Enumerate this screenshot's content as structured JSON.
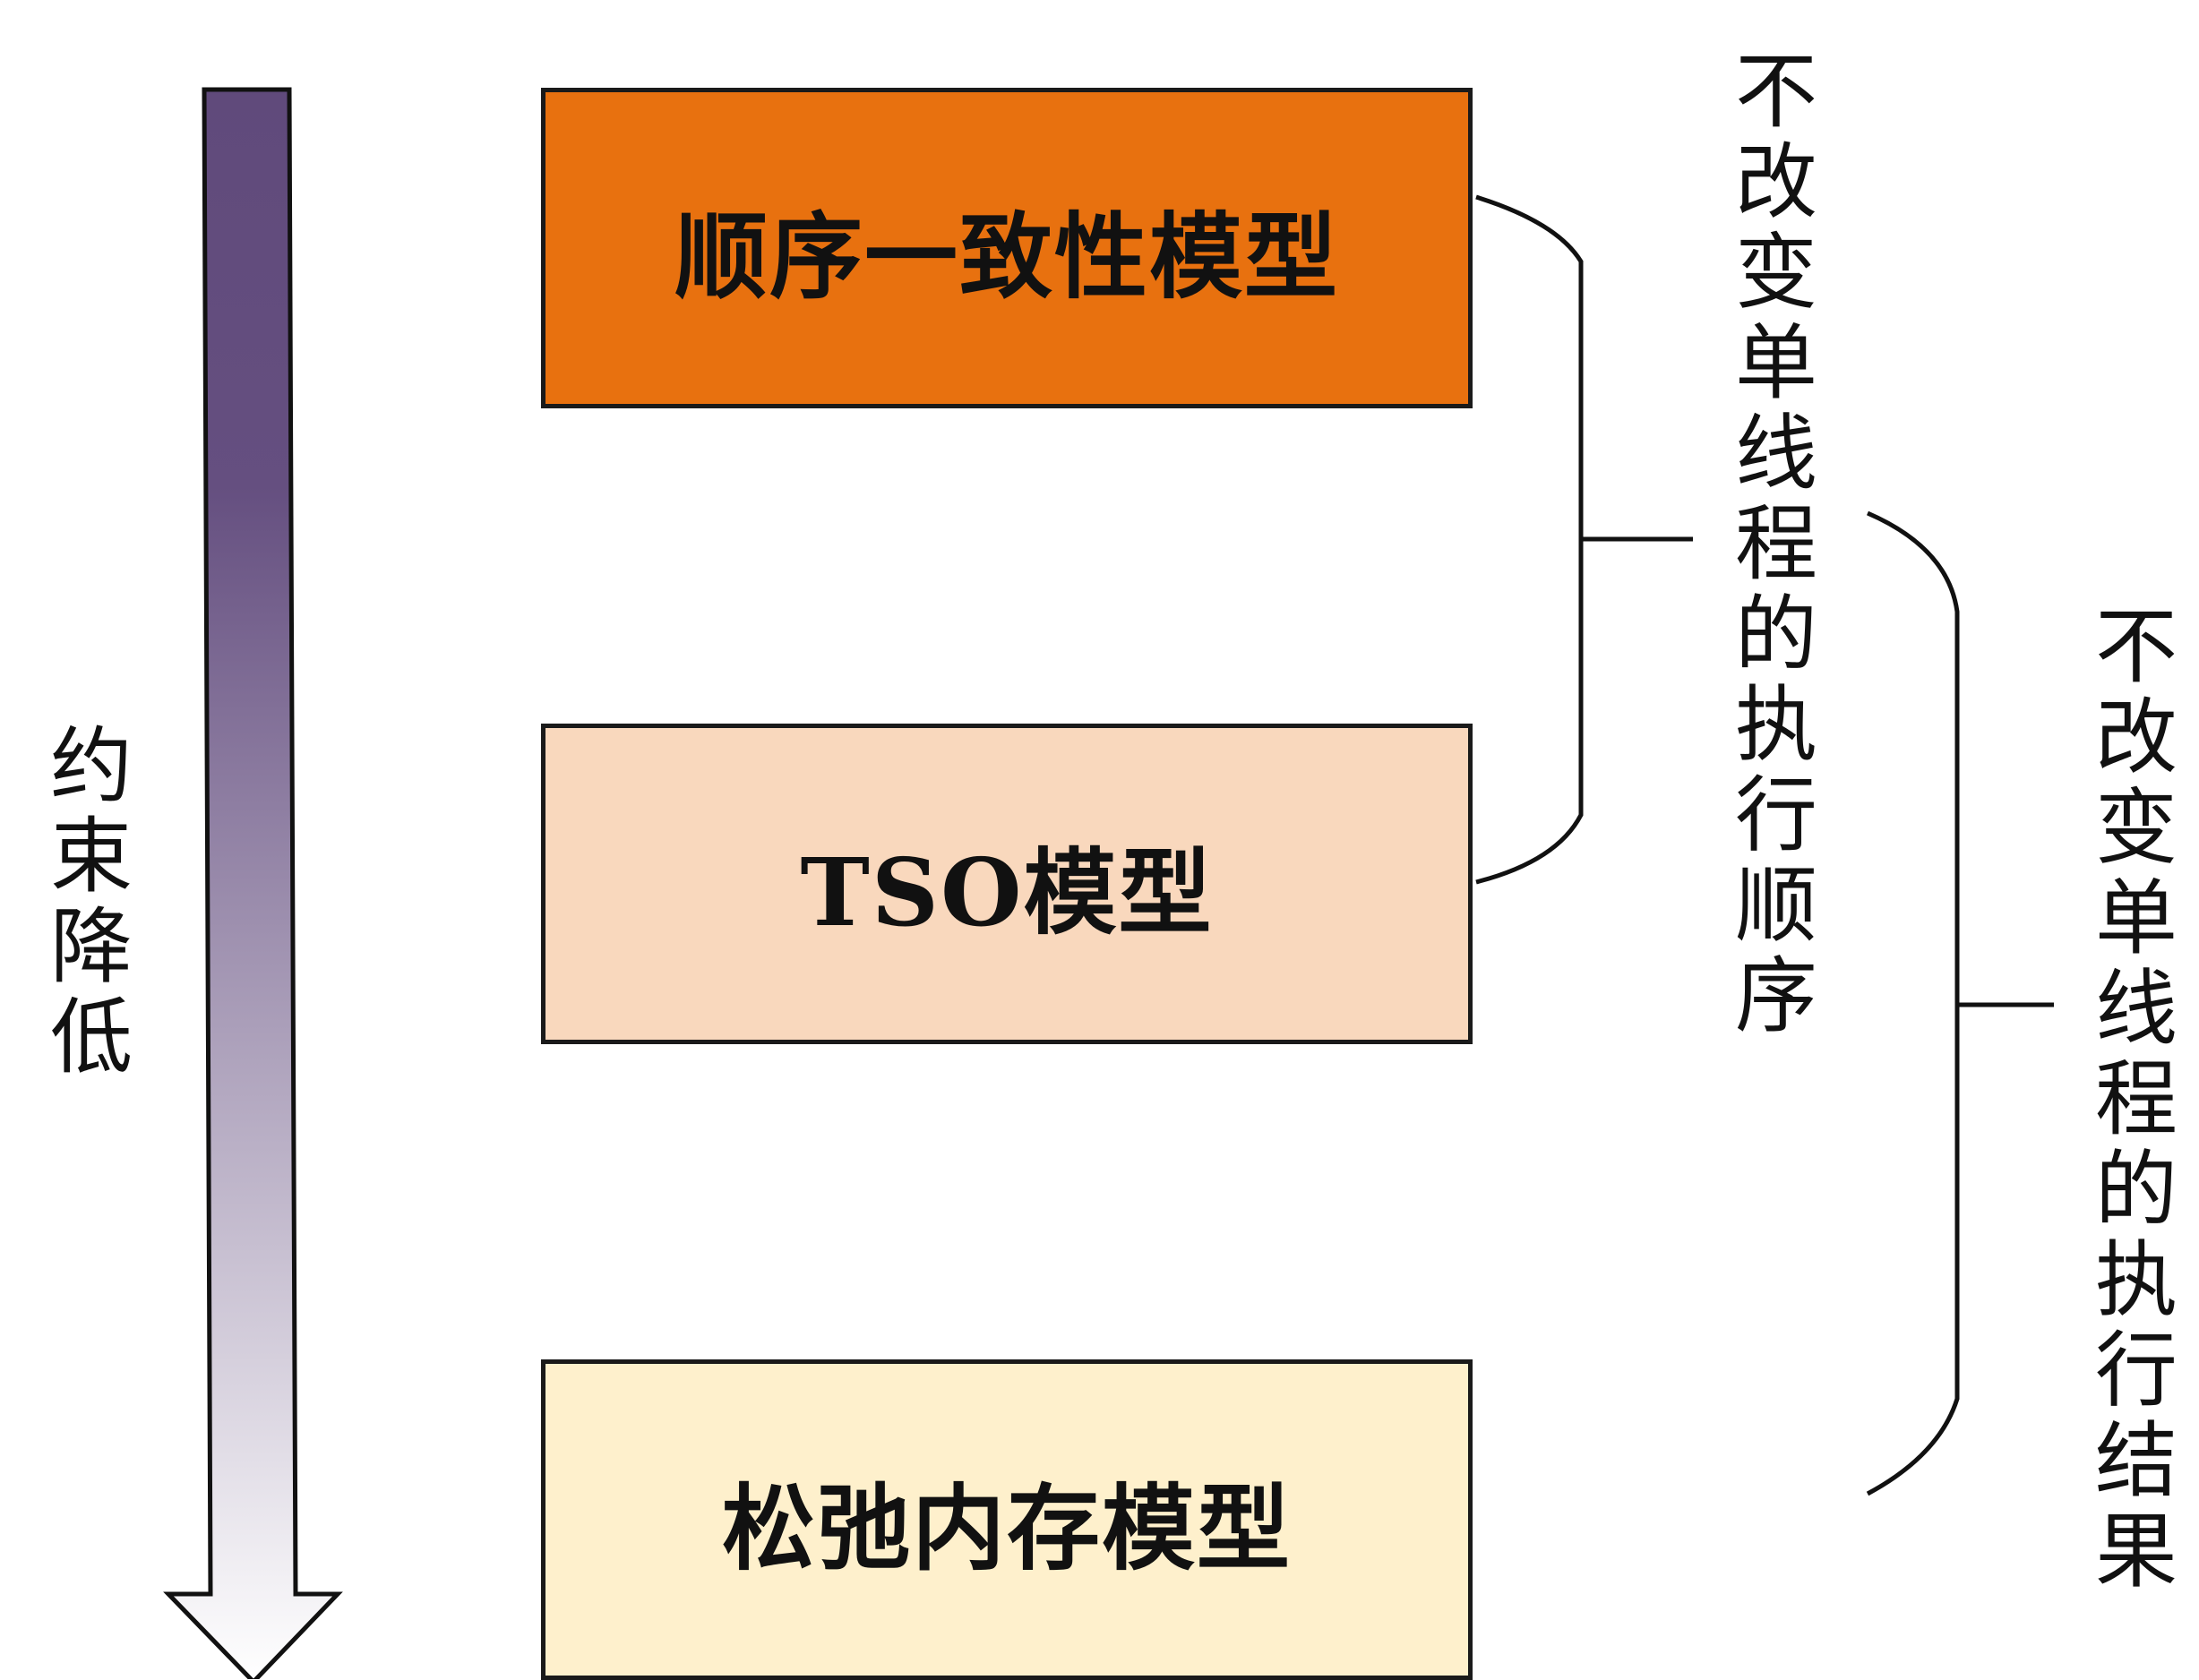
{
  "models": {
    "sequential_consistency": "顺序一致性模型",
    "tso": "TSO模型",
    "relaxed": "松弛内存模型"
  },
  "labels": {
    "constraint": "约束降低",
    "keep_order": "不改变单线程的执行顺序",
    "keep_result": "不改变单线程的执行结果"
  },
  "colors": {
    "sc_fill": "#e8710f",
    "tso_fill": "#f9d8bd",
    "relaxed_fill": "#fef0cc",
    "arrow_top": "#604a7b",
    "arrow_bottom": "#ffffff"
  }
}
